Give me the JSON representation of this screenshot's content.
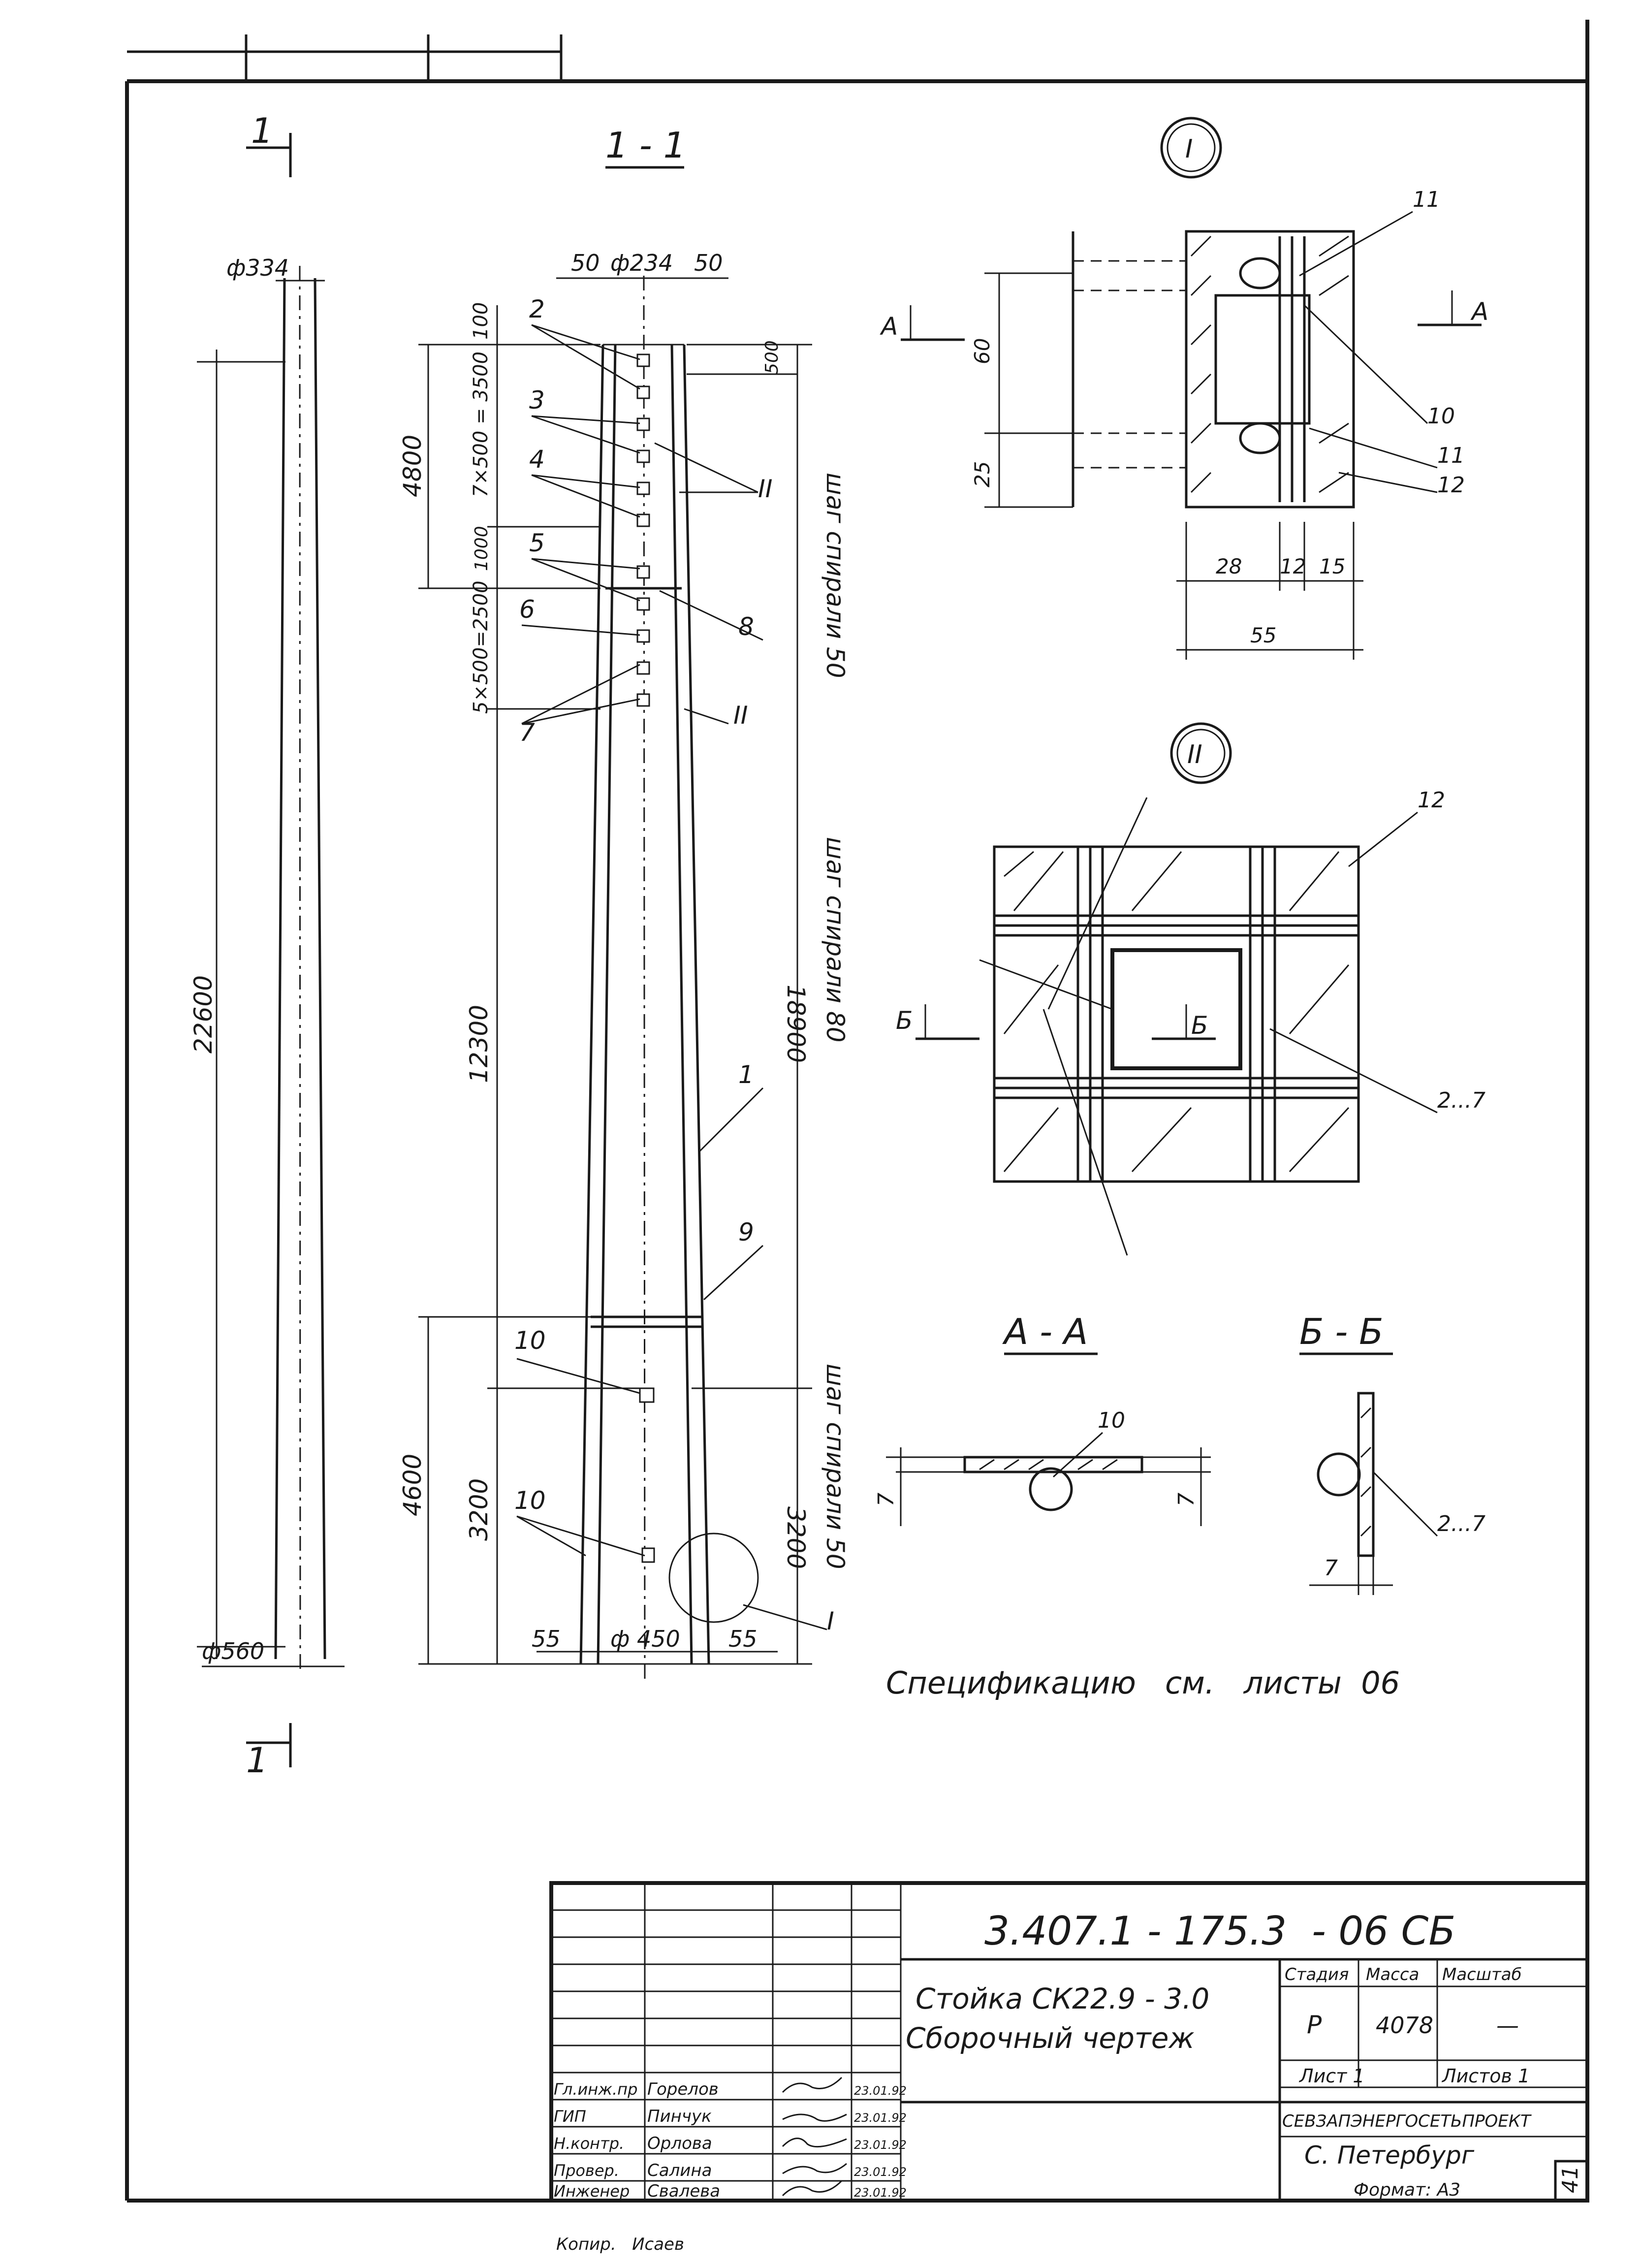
{
  "views": {
    "view1": {
      "section_mark": "1",
      "dia_top": "ф334",
      "dia_bottom": "ф560",
      "length": "22600"
    },
    "section11": {
      "title": "1 - 1",
      "top_dims": [
        "50",
        "ф234",
        "50"
      ],
      "bottom_dims": [
        "55",
        "ф 450",
        "55"
      ],
      "left_dims": [
        "100",
        "4800",
        "7×500 = 3500",
        "1000",
        "5×500=2500",
        "12300",
        "4600",
        "3200"
      ],
      "right_dims": [
        "500",
        "шаг спирали 50",
        "18900",
        "шаг спирали 80",
        "3200",
        "шаг спирали 50"
      ],
      "callouts": [
        "2",
        "3",
        "4",
        "5",
        "6",
        "7",
        "8",
        "1",
        "9",
        "10",
        "10",
        "II",
        "II",
        "I"
      ]
    },
    "detail_I": {
      "label": "I",
      "callouts": [
        "11",
        "10",
        "11",
        "12"
      ],
      "section_letter": "А",
      "dims_left": [
        "60",
        "25"
      ],
      "dims_bottom": [
        "28",
        "12",
        "15",
        "55"
      ]
    },
    "detail_II": {
      "label": "II",
      "callouts": [
        "12",
        "2...7"
      ],
      "section_letter": "Б"
    },
    "sectionAA": {
      "title": "А - А",
      "callout": "10",
      "dims": [
        "7",
        "7"
      ]
    },
    "sectionBB": {
      "title": "Б - Б",
      "callout": "2...7",
      "dim": "7"
    }
  },
  "spec_note": "Спецификацию   см.   листы  06",
  "section_mark_bottom": "1",
  "title_block": {
    "doc_code": "3.407.1 - 175.3  - 06 СБ",
    "name_line1": "Стойка СК22.9 - 3.0",
    "name_line2": "Сборочный чертеж",
    "stage_header": "Стадия",
    "mass_header": "Масса",
    "scale_header": "Масштаб",
    "stage": "Р",
    "mass": "4078",
    "scale": "—",
    "sheet": "Лист 1",
    "sheets": "Листов 1",
    "org": "СЕВЗАПЭНЕРГОСЕТЬПРОЕКТ",
    "city": "С. Петербург",
    "format": "Формат: А3",
    "signatures": [
      {
        "role": "Гл.инж.пр",
        "name": "Горелов",
        "date": "23.01.92"
      },
      {
        "role": "ГИП",
        "name": "Пинчук",
        "date": "23.01.92"
      },
      {
        "role": "Н.контр.",
        "name": "Орлова",
        "date": "23.01.92"
      },
      {
        "role": "Провер.",
        "name": "Салина",
        "date": "23.01.92"
      },
      {
        "role": "Инженер",
        "name": "Свалева",
        "date": "23.01.92"
      }
    ],
    "copied": "Копир.   Исаев"
  },
  "side_number": "41"
}
